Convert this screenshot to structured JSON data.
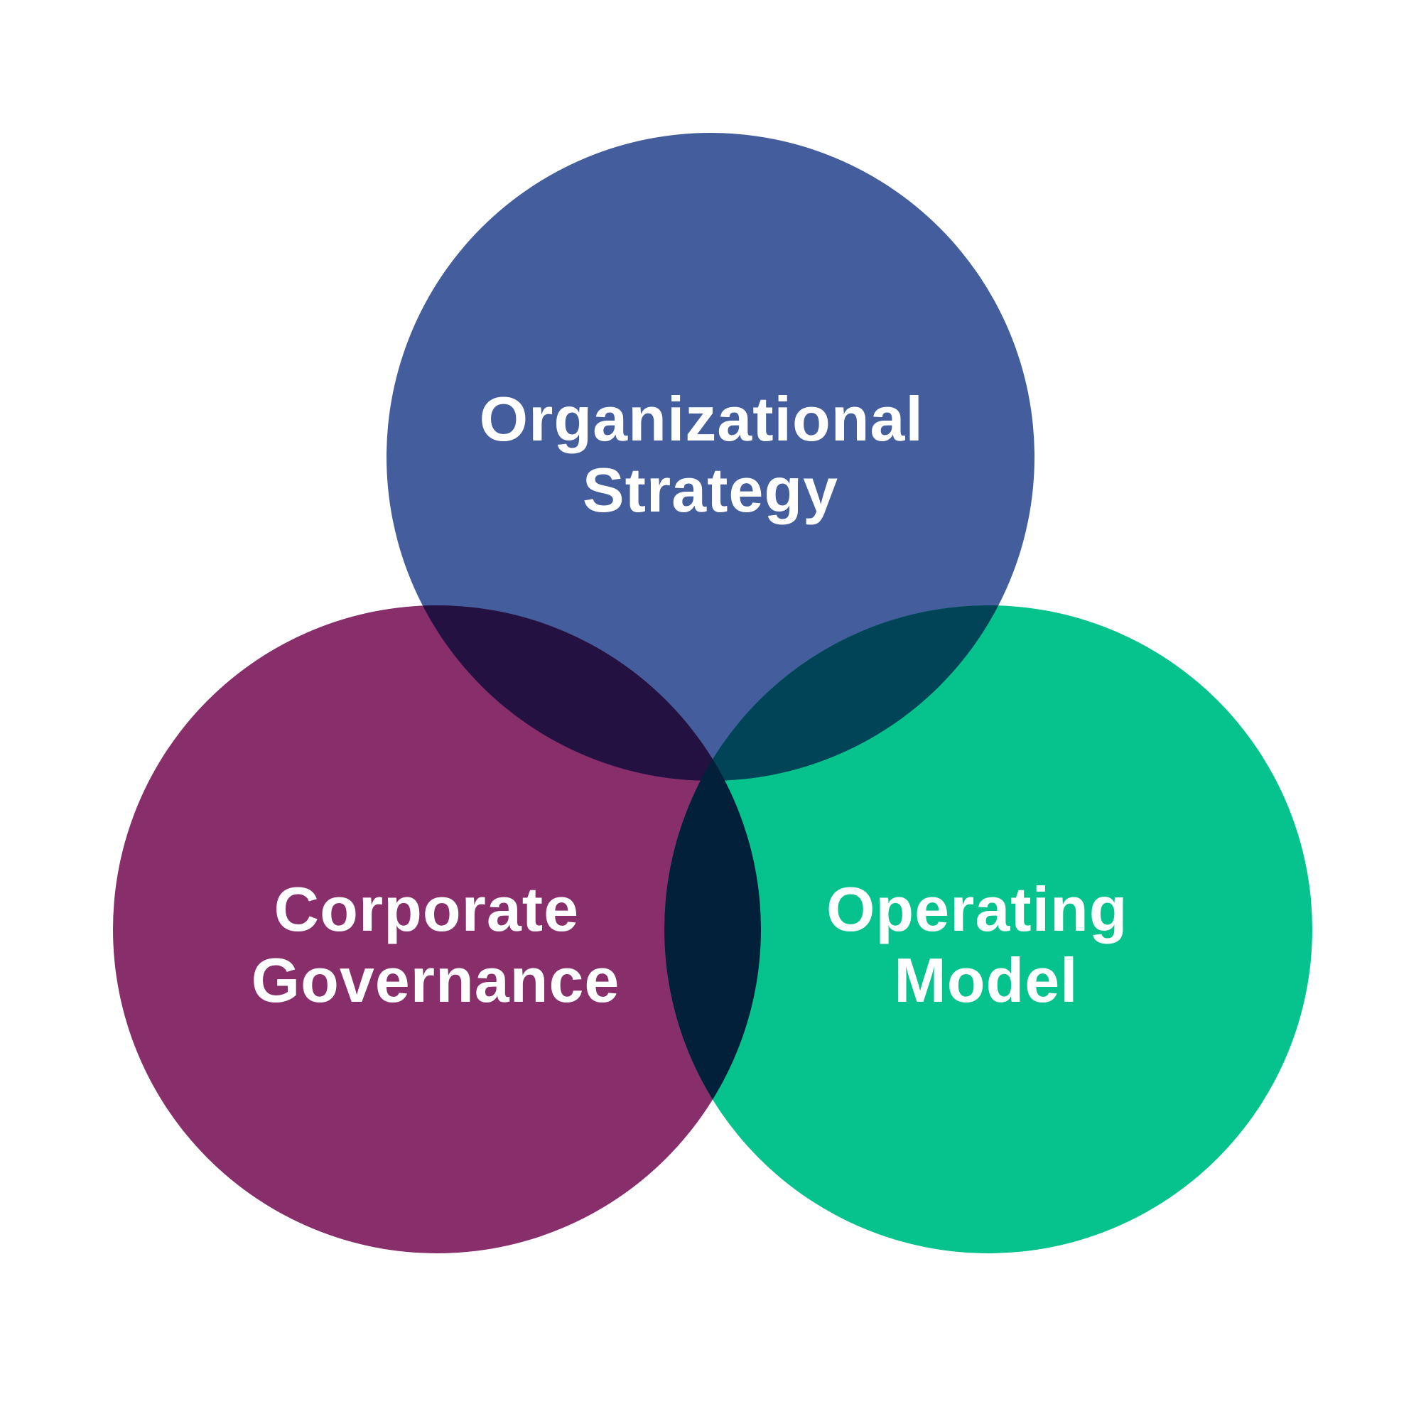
{
  "diagram": {
    "type": "venn",
    "background": "#ffffff",
    "circles": [
      {
        "id": "organizational-strategy",
        "lines": [
          "Organizational",
          "Strategy"
        ],
        "color": "#445d9d"
      },
      {
        "id": "corporate-governance",
        "lines": [
          "Corporate",
          "Governance"
        ],
        "color": "#872e6b"
      },
      {
        "id": "operating-model",
        "lines": [
          "Operating",
          "Model"
        ],
        "color": "#06c28c"
      }
    ],
    "overlaps": {
      "strategy_governance": "#231142",
      "strategy_operating": "#024457",
      "governance_operating": "#03203a",
      "all_three": "#03203a"
    }
  }
}
